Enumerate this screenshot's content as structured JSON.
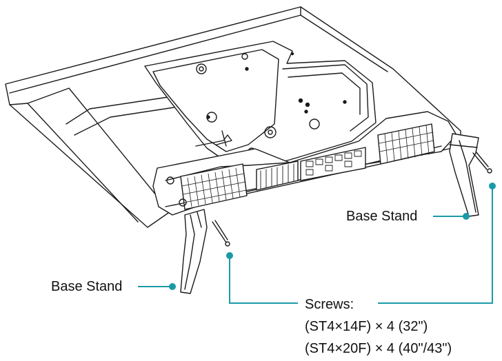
{
  "labels": {
    "base_stand_right": "Base Stand",
    "base_stand_left": "Base Stand",
    "screws_title": "Screws:",
    "screws_line_1": "(ST4×14F) × 4 (32\")",
    "screws_line_2": "(ST4×20F) × 4 (40\"/43\")"
  },
  "colors": {
    "line_art": "#1a1a1a",
    "callout": "#1a9aa6",
    "text": "#111111"
  }
}
